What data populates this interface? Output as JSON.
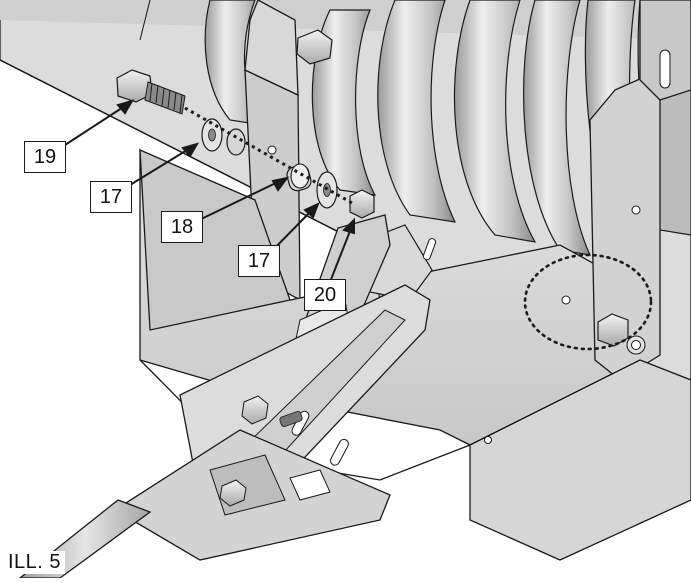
{
  "illustration": {
    "label": "ILL. 5"
  },
  "callouts": [
    {
      "id": "c19",
      "text": "19",
      "part": "bolt"
    },
    {
      "id": "c17a",
      "text": "17",
      "part": "washer"
    },
    {
      "id": "c18",
      "text": "18",
      "part": "spacer"
    },
    {
      "id": "c17b",
      "text": "17",
      "part": "washer"
    },
    {
      "id": "c20",
      "text": "20",
      "part": "nut"
    }
  ],
  "colors": {
    "line": "#1a1a1a",
    "metal_light": "#d6d6d6",
    "metal_mid": "#bdbdbd",
    "metal_dark": "#8f8f8f",
    "background": "#ffffff"
  }
}
